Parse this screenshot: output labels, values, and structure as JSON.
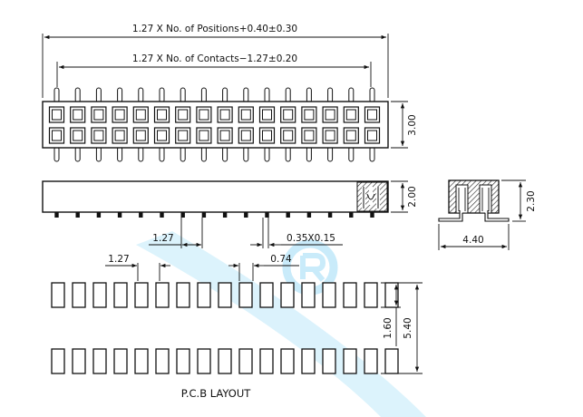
{
  "dimensions": {
    "overall_length": "1.27 X No. of Positions+0.40±0.30",
    "contact_span": "1.27 X No. of Contacts−1.27±0.20",
    "top_height": "3.00",
    "side_height": "2.00",
    "pitch": "1.27",
    "pin_size": "0.35X0.15",
    "end_height": "2.30",
    "end_width": "4.40",
    "pcb_pitch": "1.27",
    "pcb_pad_width": "0.74",
    "pcb_pad_length": "1.60",
    "pcb_row_span": "5.40"
  },
  "labels": {
    "pcb_layout": "P.C.B LAYOUT"
  },
  "counts": {
    "positions_per_row": 16,
    "pcb_pads_per_row": 17
  },
  "colors": {
    "line": "#111111",
    "hatch": "#222222",
    "watermark": "#7fd3f5"
  }
}
